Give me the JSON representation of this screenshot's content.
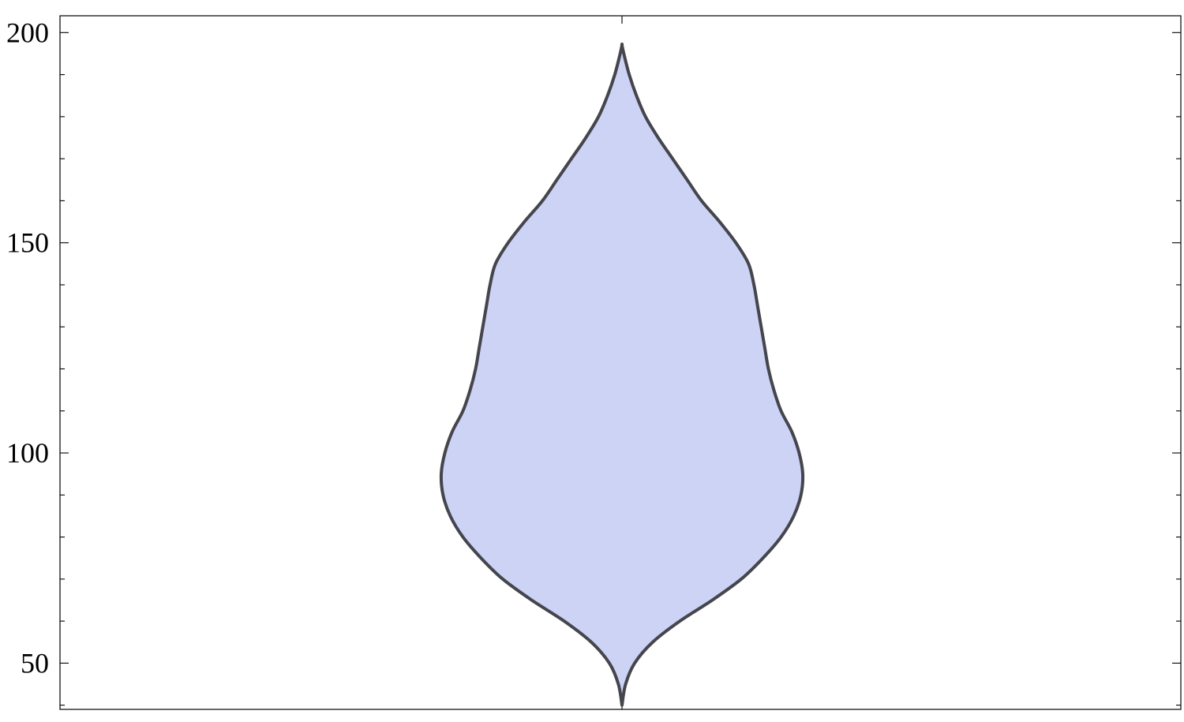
{
  "chart_data": {
    "type": "violin",
    "title": "",
    "xlabel": "",
    "ylabel": "",
    "ylim": [
      39,
      204
    ],
    "yticks": [
      50,
      100,
      150,
      200
    ],
    "ytick_labels": [
      "50",
      "100",
      "150",
      "200"
    ],
    "yminor_step": 10,
    "grid": false,
    "legend": "none",
    "fill_color": "#ccd3f5",
    "stroke_color": "#45454d",
    "series": [
      {
        "y": [
          40,
          45,
          50,
          55,
          60,
          65,
          70,
          75,
          80,
          85,
          90,
          95,
          100,
          105,
          110,
          115,
          120,
          125,
          130,
          135,
          140,
          145,
          150,
          155,
          160,
          165,
          170,
          175,
          180,
          185,
          190,
          195,
          197
        ],
        "density": [
          0,
          0.02,
          0.07,
          0.17,
          0.32,
          0.5,
          0.66,
          0.78,
          0.88,
          0.95,
          0.99,
          1.0,
          0.98,
          0.94,
          0.88,
          0.84,
          0.81,
          0.79,
          0.77,
          0.75,
          0.73,
          0.7,
          0.63,
          0.54,
          0.44,
          0.36,
          0.28,
          0.2,
          0.13,
          0.08,
          0.04,
          0.01,
          0
        ]
      }
    ]
  }
}
